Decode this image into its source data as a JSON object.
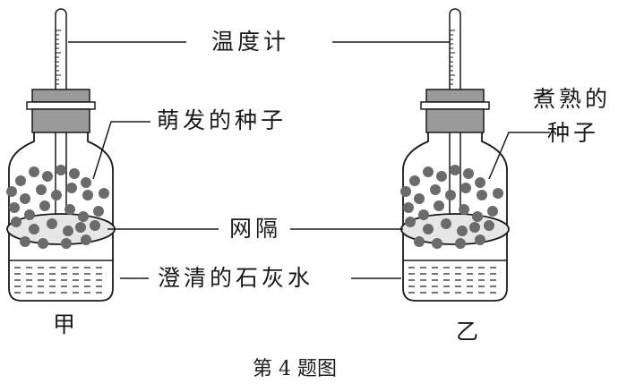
{
  "title": "Seed respiration experiment apparatus",
  "caption": "第 4 题图",
  "labels": {
    "thermometer": "温度计",
    "germinating_seeds": "萌发的种子",
    "cooked_seeds_line1": "煮熟的",
    "cooked_seeds_line2": "种子",
    "mesh_separator": "网隔",
    "limewater": "澄清的石灰水"
  },
  "jars": [
    {
      "id": "jia",
      "name": "甲",
      "contents": "萌发的种子"
    },
    {
      "id": "yi",
      "name": "乙",
      "contents": "煮熟的种子"
    }
  ],
  "colors": {
    "line": "#1a1a1a",
    "stopper": "#9a9a9a",
    "seed": "#6b6b6b",
    "mesh_fill": "#e6e6e6"
  }
}
